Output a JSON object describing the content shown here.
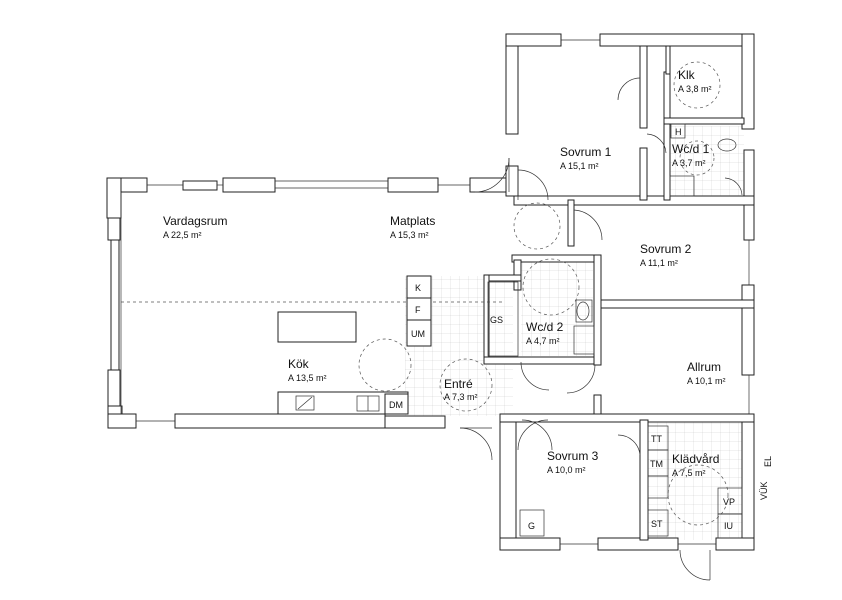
{
  "rooms": {
    "klk": {
      "name": "Klk",
      "area": "A 3,8 m²"
    },
    "sovrum1": {
      "name": "Sovrum 1",
      "area": "A 15,1 m²"
    },
    "wcd1": {
      "name": "Wc/d 1",
      "area": "A 3,7 m²"
    },
    "vardagsrum": {
      "name": "Vardagsrum",
      "area": "A 22,5 m²"
    },
    "matplats": {
      "name": "Matplats",
      "area": "A 15,3 m²"
    },
    "sovrum2": {
      "name": "Sovrum 2",
      "area": "A 11,1 m²"
    },
    "wcd2": {
      "name": "Wc/d 2",
      "area": "A 4,7 m²"
    },
    "kok": {
      "name": "Kök",
      "area": "A 13,5 m²"
    },
    "entre": {
      "name": "Entré",
      "area": "A 7,3 m²"
    },
    "allrum": {
      "name": "Allrum",
      "area": "A 10,1 m²"
    },
    "sovrum3": {
      "name": "Sovrum 3",
      "area": "A 10,0 m²"
    },
    "kladvard": {
      "name": "Klädvård",
      "area": "A 7,5 m²"
    }
  },
  "fixtures": {
    "k": "K",
    "f": "F",
    "um": "UM",
    "gs": "GS",
    "dm": "DM",
    "h": "H",
    "tt": "TT",
    "tm": "TM",
    "st": "ST",
    "vp": "VP",
    "iu": "IU",
    "g": "G",
    "vuk": "VÜK",
    "el": "EL"
  }
}
